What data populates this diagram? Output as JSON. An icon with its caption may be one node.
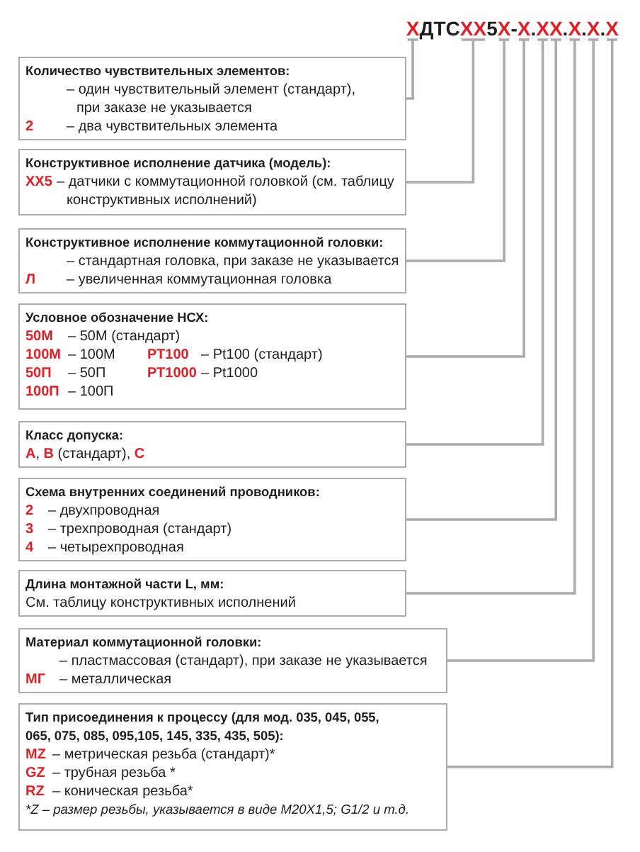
{
  "diagram": {
    "nodes": [
      {
        "text": [
          "XДТСXX5X-X.XX.X.X.X"
        ]
      },
      {
        "text": [
          "Количество чувствительных элементов:",
          "– один чувствительный элемент (стандарт), при заказе не указывается",
          "2",
          "– два чувствительных элемента"
        ]
      },
      {
        "text": [
          "Конструктивное исполнение датчика (модель):",
          "XX5",
          "– датчики с коммутационной головкой (см. таблицу конструктивных исполнений)"
        ]
      },
      {
        "text": [
          "Конструктивное исполнение коммутационной головки:",
          "– стандартная головка, при заказе не указывается",
          "Л",
          "– увеличенная коммутационная головка"
        ]
      },
      {
        "text": [
          "Условное обозначение НСХ:",
          "50М",
          "– 50М (стандарт)",
          "100М",
          "– 100М",
          "РТ100",
          "– Pt100 (стандарт)",
          "50П",
          "– 50П",
          "РТ1000",
          "– Pt1000",
          "100П",
          "– 100П"
        ]
      },
      {
        "text": [
          "Класс допуска:",
          "**А**, **В** (стандарт), **С**"
        ]
      },
      {
        "text": [
          "Схема внутренних соединений проводников:",
          "2",
          "– двухпроводная",
          "3",
          "– трехпроводная (стандарт)",
          "4",
          "– четырехпроводная"
        ]
      },
      {
        "text": [
          "Длина монтажной части L, мм:",
          "См. таблицу конструктивных исполнений"
        ]
      },
      {
        "text": [
          "Материал коммутационной головки:",
          "– пластмассовая (стандарт), при заказе не указывается",
          "МГ",
          "– металлическая"
        ]
      },
      {
        "text": [
          "Тип присоединения к процессу (для мод. 035, 045, 055, 065, 075, 085, 095,105, 145, 335, 435, 505):",
          "MZ",
          "– метрическая резьба (стандарт)*",
          "GZ",
          "– трубная резьба *",
          "RZ",
          "– коническая резьба*",
          "*Z – размер резьбы, указывается в виде M20X1,5; G1/2 и т.д."
        ]
      }
    ],
    "edges": [
      {
        "from": 1,
        "to": 0,
        "arrow": "none"
      },
      {
        "from": 2,
        "to": 0,
        "arrow": "none"
      },
      {
        "from": 3,
        "to": 0,
        "arrow": "none"
      },
      {
        "from": 4,
        "to": 0,
        "arrow": "none"
      },
      {
        "from": 5,
        "to": 0,
        "arrow": "none"
      },
      {
        "from": 6,
        "to": 0,
        "arrow": "none"
      },
      {
        "from": 7,
        "to": 0,
        "arrow": "none"
      },
      {
        "from": 8,
        "to": 0,
        "arrow": "none"
      },
      {
        "from": 9,
        "to": 0,
        "arrow": "none"
      }
    ]
  }
}
